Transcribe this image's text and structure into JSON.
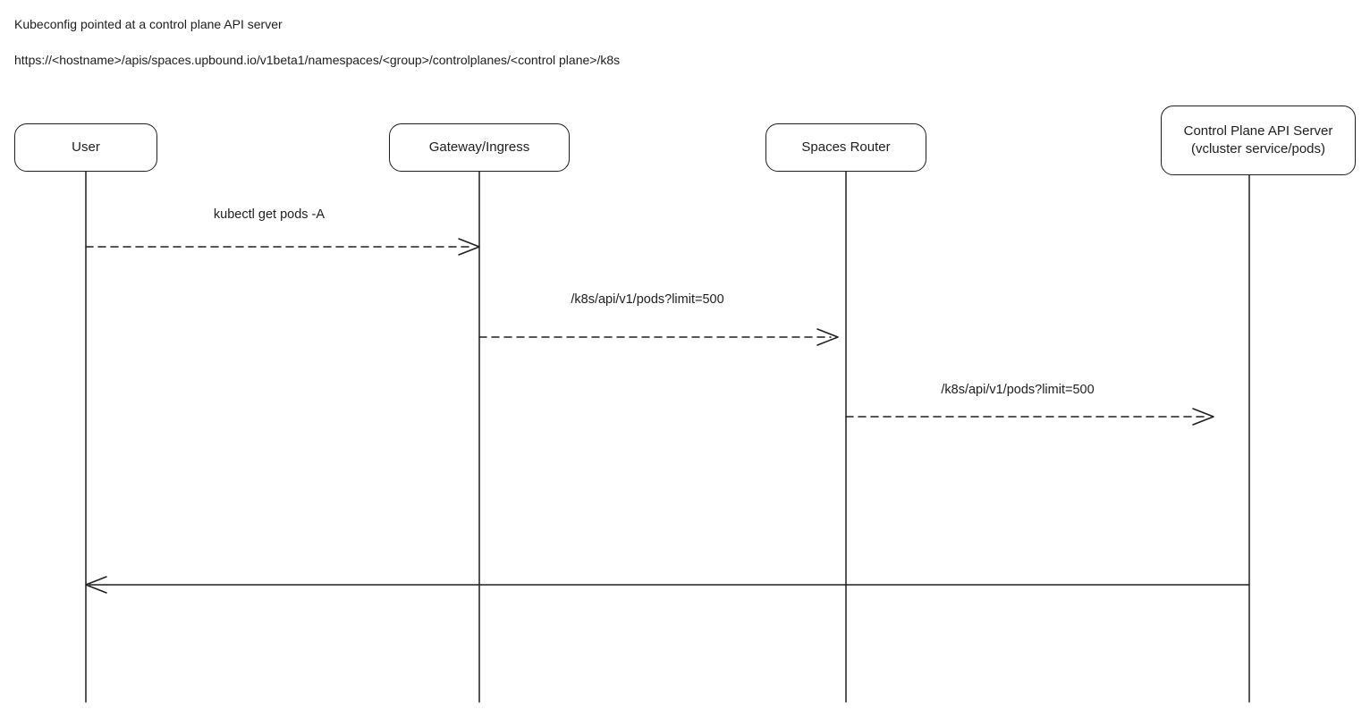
{
  "header": {
    "line1": "Kubeconfig pointed at a control plane API server",
    "line2": "https://<hostname>/apis/spaces.upbound.io/v1beta1/namespaces/<group>/controlplanes/<control plane>/k8s"
  },
  "participants": [
    {
      "label": "User"
    },
    {
      "label": "Gateway/Ingress"
    },
    {
      "label": "Spaces Router"
    },
    {
      "label": "Control Plane API Server",
      "label2": "(vcluster service/pods)"
    }
  ],
  "messages": [
    {
      "label": "kubectl get pods -A",
      "from": "User",
      "to": "Gateway/Ingress",
      "style": "dashed"
    },
    {
      "label": "/k8s/api/v1/pods?limit=500",
      "from": "Gateway/Ingress",
      "to": "Spaces Router",
      "style": "dashed"
    },
    {
      "label": "/k8s/api/v1/pods?limit=500",
      "from": "Spaces Router",
      "to": "Control Plane API Server",
      "style": "dashed"
    },
    {
      "label": "",
      "from": "Control Plane API Server",
      "to": "User",
      "style": "solid"
    }
  ],
  "colors": {
    "stroke": "#1e1e1e",
    "background": "#ffffff"
  }
}
